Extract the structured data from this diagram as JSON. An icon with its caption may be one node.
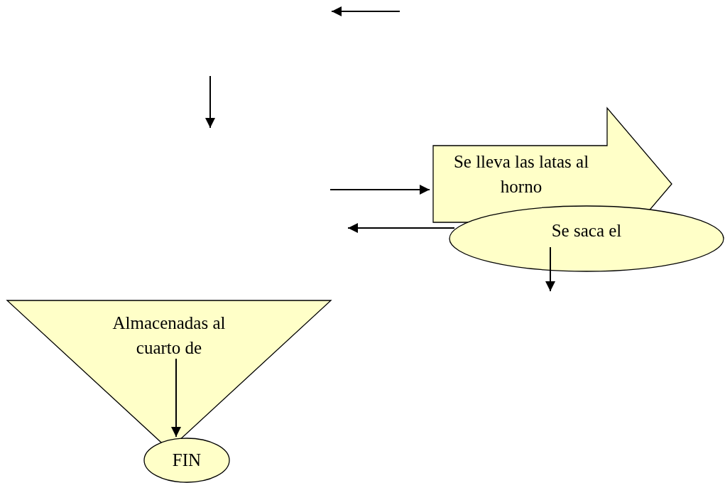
{
  "diagram": {
    "nodes": [
      {
        "text": [
          "Se lleva las latas al horno"
        ]
      },
      {
        "text": [
          "Se saca el"
        ]
      },
      {
        "text": [
          "Almacenadas al cuarto de"
        ]
      },
      {
        "text": [
          "FIN"
        ]
      }
    ],
    "edges": [
      {
        "from": null,
        "to": 0,
        "arrow": "to"
      },
      {
        "from": 1,
        "to": null,
        "arrow": "to"
      },
      {
        "from": 1,
        "to": null,
        "arrow": "to"
      },
      {
        "from": 2,
        "to": 3,
        "arrow": "to"
      }
    ]
  }
}
